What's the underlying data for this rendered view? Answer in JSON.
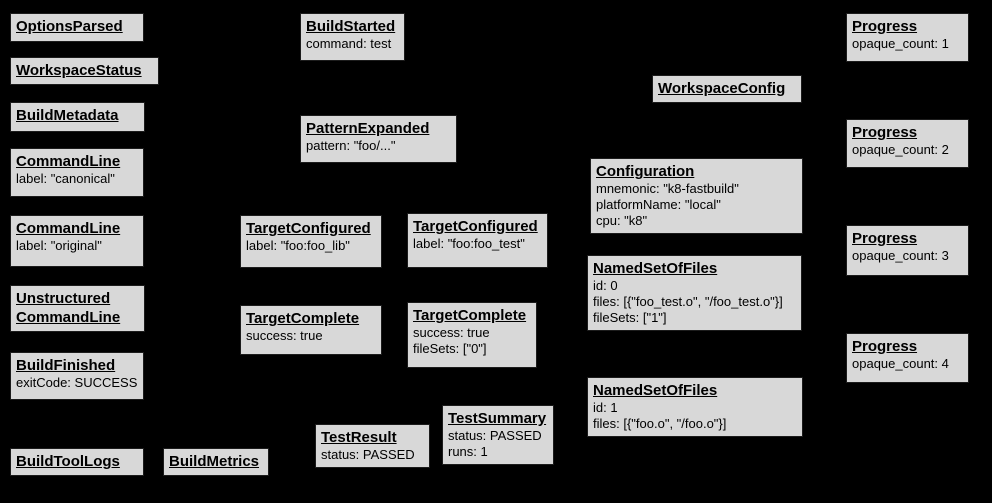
{
  "colors": {
    "background": "#000000",
    "node_fill": "#d8d8d8",
    "node_border": "#1c1c1c",
    "text": "#000000"
  },
  "nodes": [
    {
      "title": "OptionsParsed",
      "attrs": []
    },
    {
      "title": "WorkspaceStatus",
      "attrs": []
    },
    {
      "title": "BuildMetadata",
      "attrs": []
    },
    {
      "title": "CommandLine",
      "attrs": [
        "label: \"canonical\""
      ]
    },
    {
      "title": "CommandLine",
      "attrs": [
        "label: \"original\""
      ]
    },
    {
      "title_lines": [
        "Unstructured",
        "CommandLine"
      ],
      "attrs": []
    },
    {
      "title": "BuildFinished",
      "attrs": [
        "exitCode: SUCCESS"
      ]
    },
    {
      "title": "BuildToolLogs",
      "attrs": []
    },
    {
      "title": "BuildMetrics",
      "attrs": []
    },
    {
      "title": "BuildStarted",
      "attrs": [
        "command: test"
      ]
    },
    {
      "title": "PatternExpanded",
      "attrs": [
        "pattern: \"foo/...\""
      ]
    },
    {
      "title": "TargetConfigured",
      "attrs": [
        "label: \"foo:foo_lib\""
      ]
    },
    {
      "title": "TargetConfigured",
      "attrs": [
        "label: \"foo:foo_test\""
      ]
    },
    {
      "title": "TargetComplete",
      "attrs": [
        "success: true"
      ]
    },
    {
      "title": "TargetComplete",
      "attrs": [
        "success: true",
        "fileSets: [\"0\"]"
      ]
    },
    {
      "title": "TestResult",
      "attrs": [
        "status: PASSED"
      ]
    },
    {
      "title": "TestSummary",
      "attrs": [
        "status: PASSED",
        "runs: 1"
      ]
    },
    {
      "title": "WorkspaceConfig",
      "attrs": []
    },
    {
      "title": "Configuration",
      "attrs": [
        "mnemonic: \"k8-fastbuild\"",
        "platformName: \"local\"",
        "cpu: \"k8\""
      ]
    },
    {
      "title": "NamedSetOfFiles",
      "attrs": [
        "id: 0",
        "files: [{\"foo_test.o\", \"/foo_test.o\"}]",
        "fileSets: [\"1\"]"
      ]
    },
    {
      "title": "NamedSetOfFiles",
      "attrs": [
        "id: 1",
        "files: [{\"foo.o\", \"/foo.o\"}]"
      ]
    },
    {
      "title": "Progress",
      "attrs": [
        "opaque_count: 1"
      ]
    },
    {
      "title": "Progress",
      "attrs": [
        "opaque_count: 2"
      ]
    },
    {
      "title": "Progress",
      "attrs": [
        "opaque_count: 3"
      ]
    },
    {
      "title": "Progress",
      "attrs": [
        "opaque_count: 4"
      ]
    }
  ]
}
